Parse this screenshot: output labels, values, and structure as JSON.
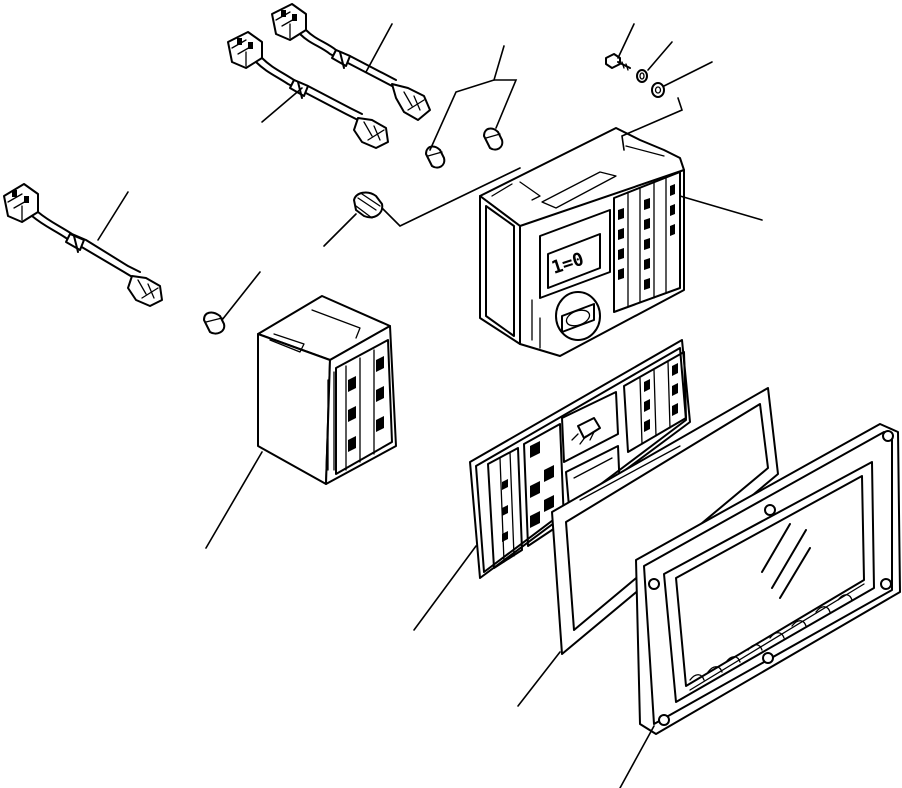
{
  "diagram": {
    "type": "exploded-parts-diagram",
    "labels": [],
    "parts": [
      {
        "name": "wiring-harness",
        "count": 3
      },
      {
        "name": "bulb",
        "count": 3
      },
      {
        "name": "bulb-socket",
        "count": 1
      },
      {
        "name": "screw",
        "count": 1
      },
      {
        "name": "lock-washer",
        "count": 1
      },
      {
        "name": "washer",
        "count": 1
      },
      {
        "name": "monitor-module",
        "count": 1
      },
      {
        "name": "indicator-module",
        "count": 1
      },
      {
        "name": "face-panel",
        "count": 1
      },
      {
        "name": "gasket",
        "count": 1
      },
      {
        "name": "cover-frame-with-glass",
        "count": 1
      }
    ],
    "colors": {
      "line": "#000000",
      "background": "#ffffff"
    }
  }
}
